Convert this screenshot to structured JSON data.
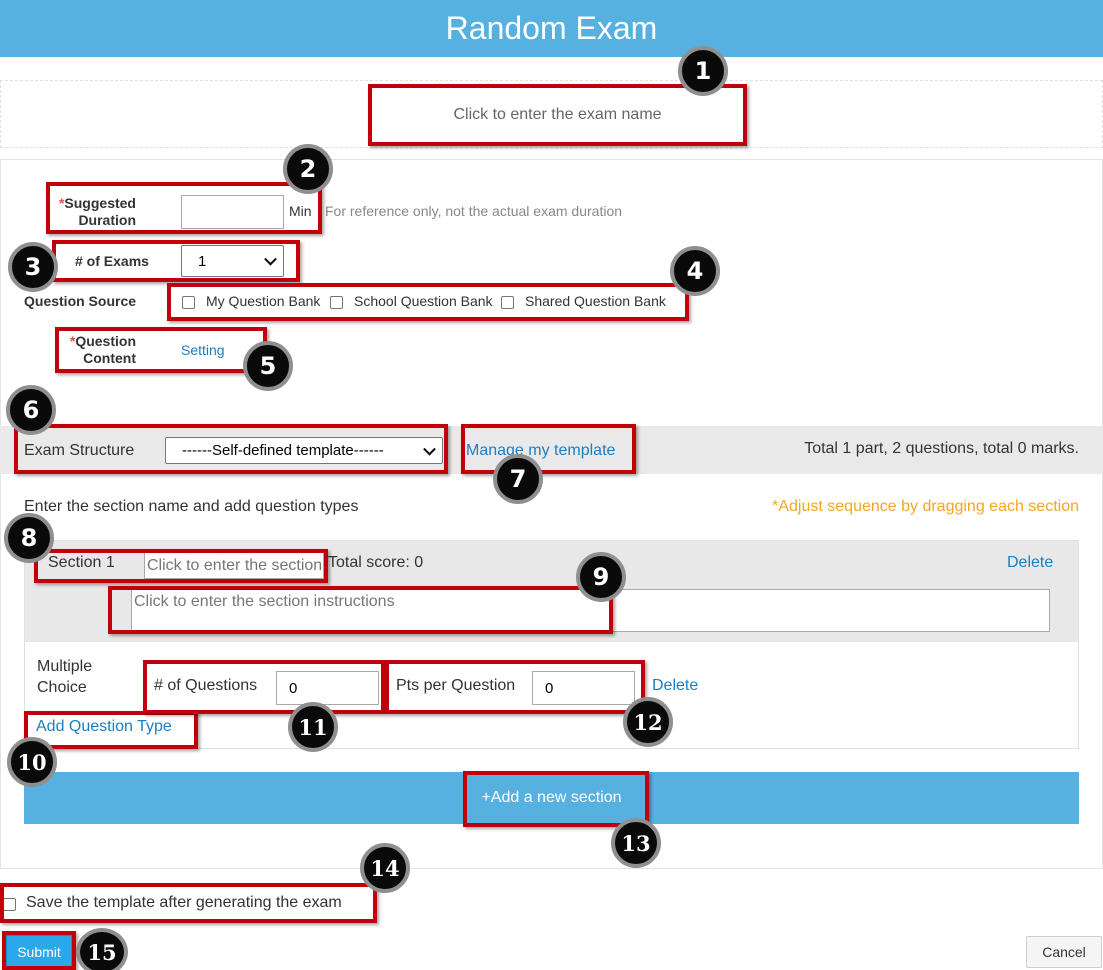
{
  "window": {
    "title": "Random Exam"
  },
  "exam_name": {
    "placeholder": "Click to enter the exam name"
  },
  "settings": {
    "duration": {
      "label_line1": "Suggested",
      "label_line2": "Duration",
      "required_mark": "*",
      "value": "",
      "unit": "Min",
      "hint": "For reference only, not the actual exam duration"
    },
    "num_exams": {
      "label": "# of Exams",
      "value": "1"
    },
    "question_source": {
      "label": "Question Source",
      "options": [
        {
          "label": "My Question Bank",
          "checked": false
        },
        {
          "label": "School Question Bank",
          "checked": false
        },
        {
          "label": "Shared Question Bank",
          "checked": false
        }
      ]
    },
    "question_content": {
      "label_line1": "Question",
      "label_line2": "Content",
      "required_mark": "*",
      "link": "Setting"
    }
  },
  "structure": {
    "label": "Exam Structure",
    "template_value": "------Self-defined template------",
    "manage_link": "Manage my template",
    "summary": "Total 1 part, 2 questions, total 0 marks."
  },
  "sections_header": {
    "instruction": "Enter the section name and add question types",
    "hint": "*Adjust sequence by dragging each section"
  },
  "section": {
    "label": "Section 1",
    "name_placeholder": "Click to enter the section name",
    "total_score": "Total score: 0",
    "delete": "Delete",
    "instructions_placeholder": "Click to enter the section instructions",
    "question_type": {
      "name_line1": "Multiple",
      "name_line2": "Choice",
      "count_label": "# of Questions",
      "count_value": "0",
      "points_label": "Pts per Question",
      "points_value": "0",
      "delete": "Delete"
    },
    "add_type": "Add Question Type"
  },
  "add_section": "+Add a new section",
  "save_template": {
    "label": "Save the template after generating the exam",
    "checked": false
  },
  "buttons": {
    "submit": "Submit",
    "cancel": "Cancel"
  },
  "badges": [
    "1",
    "2",
    "3",
    "4",
    "5",
    "6",
    "7",
    "8",
    "9",
    "10",
    "11",
    "12",
    "13",
    "14",
    "15"
  ],
  "colors": {
    "accent": "#56b1e1",
    "highlight": "#c0000b",
    "link": "#1a7fc1",
    "hint_orange": "#f5a623",
    "required": "#d9534f"
  }
}
